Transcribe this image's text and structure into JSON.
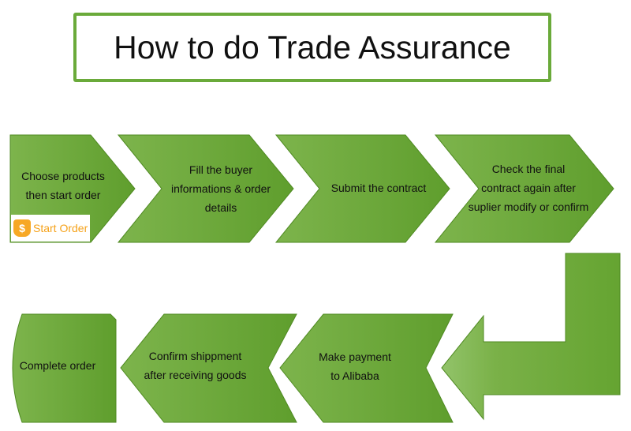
{
  "title": "How to do Trade Assurance",
  "steps": [
    {
      "label_lines": [
        "Choose products",
        "then start order"
      ]
    },
    {
      "label_lines": [
        "Fill the buyer",
        "informations & order",
        "details"
      ]
    },
    {
      "label_lines": [
        "Submit the contract"
      ]
    },
    {
      "label_lines": [
        "Check the final",
        "contract again after",
        "suplier modify or confirm"
      ]
    },
    {
      "label_lines": [
        "Make payment",
        "to Alibaba"
      ]
    },
    {
      "label_lines": [
        "Confirm shippment",
        "after receiving goods"
      ]
    },
    {
      "label_lines": [
        "Complete order"
      ]
    }
  ],
  "start_order": {
    "icon": "dollar-shield-icon",
    "glyph": "$",
    "label": "Start Order"
  },
  "colors": {
    "green_dark": "#5e9c2c",
    "green_light": "#8cbf62",
    "accent_orange": "#f5a21a",
    "border": "#6aaa3a"
  }
}
